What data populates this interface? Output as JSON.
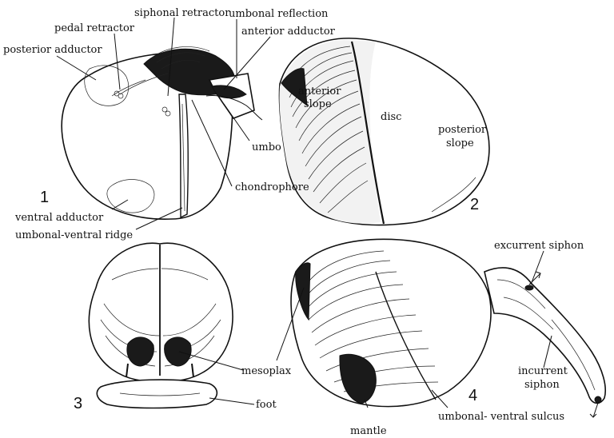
{
  "figure_numbers": [
    "1",
    "2",
    "3",
    "4"
  ],
  "labels": {
    "siphonal_retractor": "siphonal retractor",
    "umbonal_reflection": "umbonal reflection",
    "pedal_retractor": "pedal retractor",
    "anterior_adductor": "anterior adductor",
    "posterior_adductor": "posterior adductor",
    "umbo": "umbo",
    "chondrophore": "chondrophore",
    "ventral_adductor": "ventral adductor",
    "umbonal_ventral_ridge": "umbonal-ventral ridge",
    "anterior_slope_1": "anterior",
    "anterior_slope_2": "slope",
    "disc": "disc",
    "posterior_slope_1": "posterior",
    "posterior_slope_2": "slope",
    "excurrent_siphon": "excurrent siphon",
    "mesoplax": "mesoplax",
    "foot": "foot",
    "incurrent_siphon_1": "incurrent",
    "incurrent_siphon_2": "siphon",
    "umbonal_ventral_sulcus": "umbonal- ventral sulcus",
    "mantle": "mantle"
  }
}
